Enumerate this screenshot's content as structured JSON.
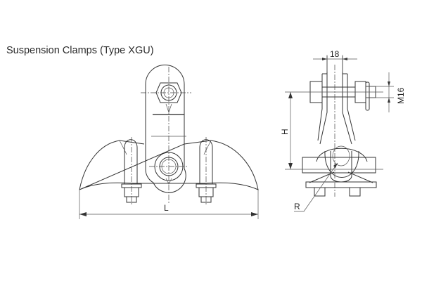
{
  "title": "Suspension Clamps (Type XGU)",
  "front_view": {
    "length_label": "L"
  },
  "side_view": {
    "width_label": "18",
    "bolt_label": "M16",
    "height_label": "H",
    "radius_label": "R"
  }
}
